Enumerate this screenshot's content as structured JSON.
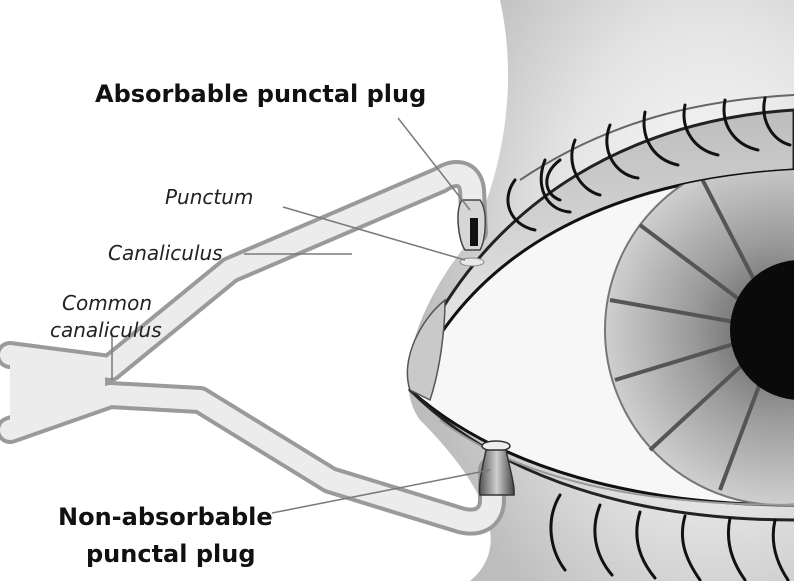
{
  "labels": {
    "absorbable": "Absorbable punctal plug",
    "punctum": "Punctum",
    "canaliculus": "Canaliculus",
    "common_line1": "Common",
    "common_line2": "canaliculus",
    "nonabs_line1": "Non-absorbable",
    "nonabs_line2": "punctal plug"
  },
  "colors": {
    "duct_wall": "#9a9a9a",
    "duct_fill": "#ececec",
    "skin": "#d8d8d8",
    "iris": "#9e9e9e",
    "pupil": "#0a0a0a",
    "leader": "#7a7a7a"
  }
}
